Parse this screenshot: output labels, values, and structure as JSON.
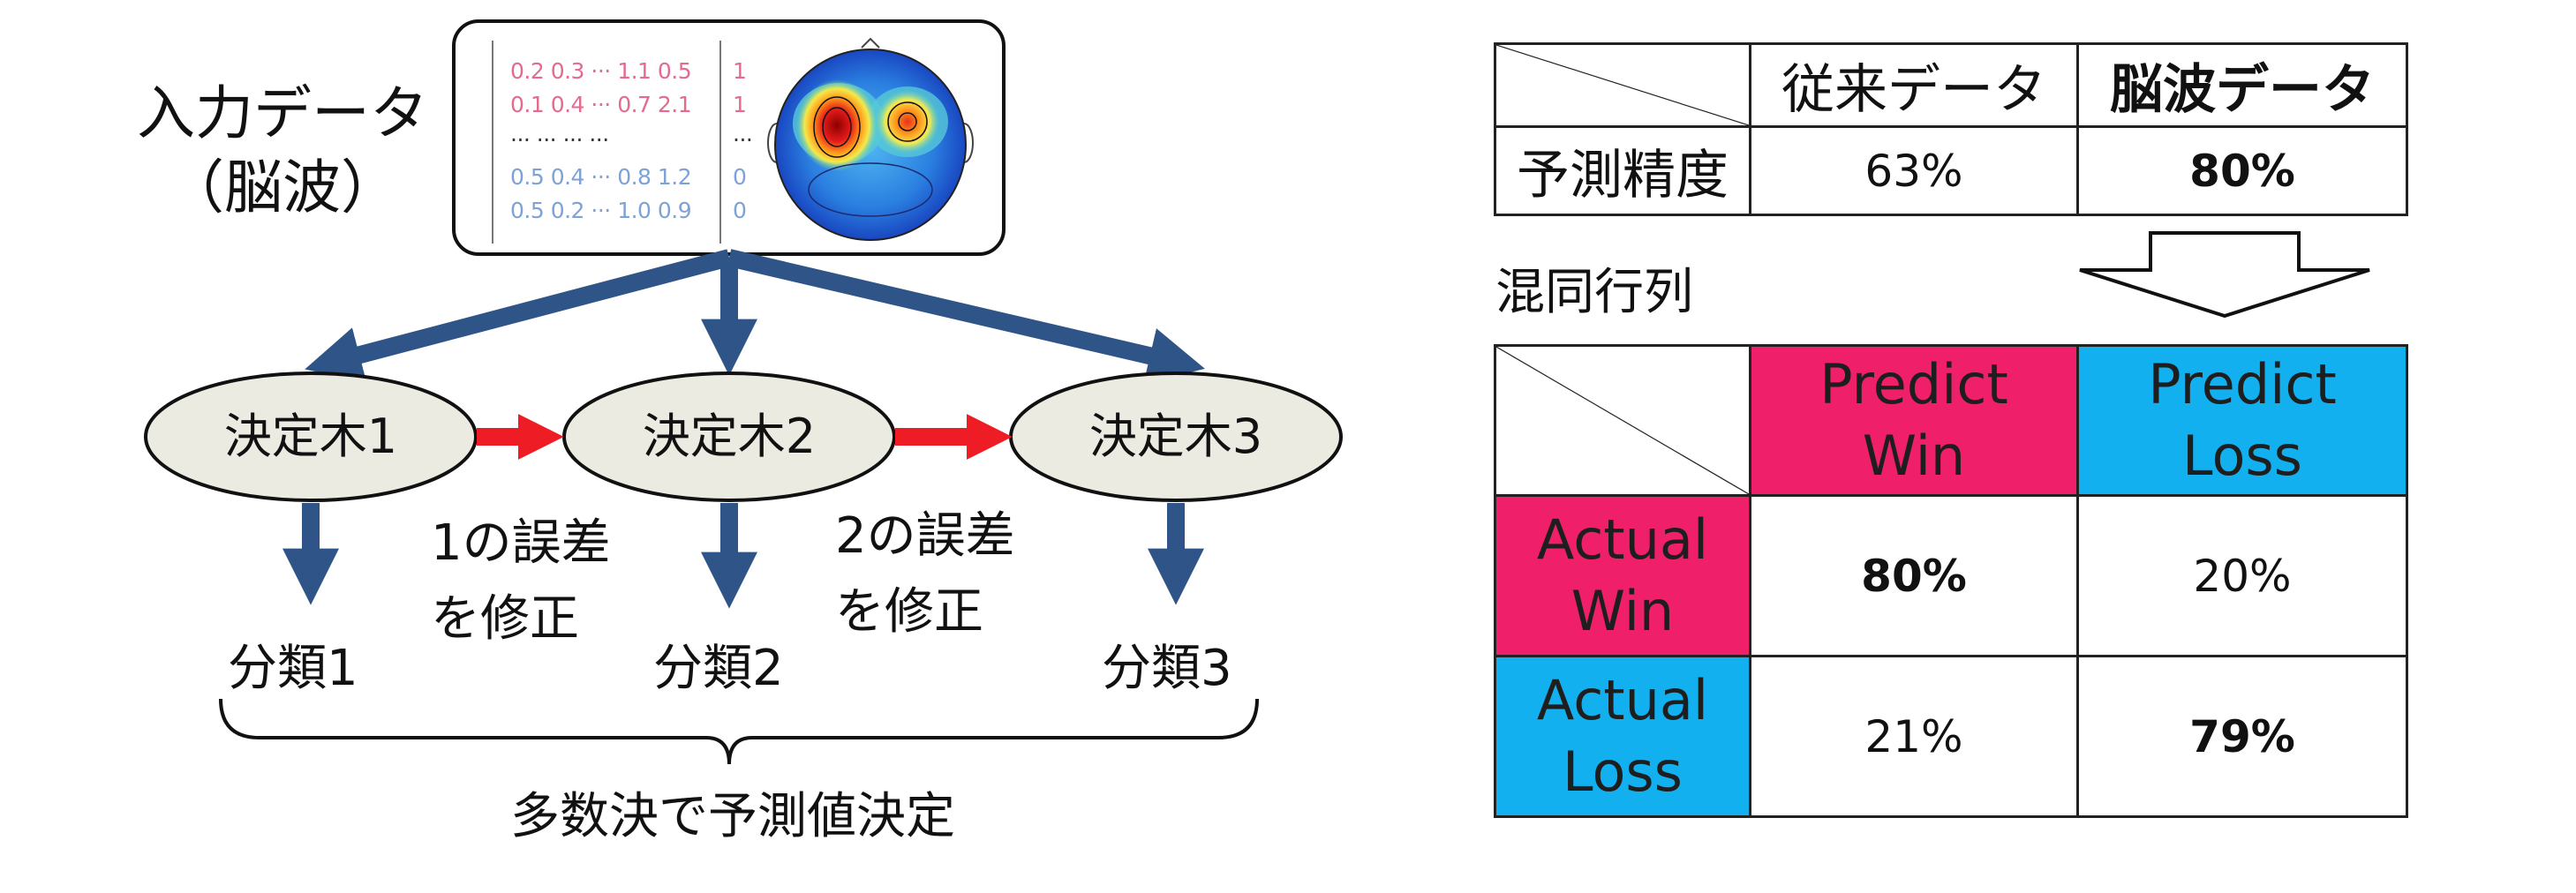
{
  "input": {
    "label_line1": "入力データ",
    "label_line2": "（脳波）",
    "rows": [
      {
        "values": "0.2 0.3 ··· 1.1 0.5",
        "label": "1"
      },
      {
        "values": "0.1 0.4 ··· 0.7 2.1",
        "label": "1"
      },
      {
        "values": "··· ···         ··· ···",
        "label": "···"
      },
      {
        "values": "0.5 0.4 ··· 0.8 1.2",
        "label": "0"
      },
      {
        "values": "0.5 0.2 ··· 1.0 0.9",
        "label": "0"
      }
    ]
  },
  "trees": [
    {
      "label": "決定木1",
      "result": "分類1"
    },
    {
      "label": "決定木2",
      "result": "分類2"
    },
    {
      "label": "決定木3",
      "result": "分類3"
    }
  ],
  "corrections": [
    {
      "line1": "1の誤差",
      "line2": "を修正"
    },
    {
      "line1": "2の誤差",
      "line2": "を修正"
    }
  ],
  "majority_label": "多数決で予測値決定",
  "accuracy_table": {
    "col1": "従来データ",
    "col2": "脳波データ",
    "row_label": "予測精度",
    "val1": "63%",
    "val2": "80%"
  },
  "matrix": {
    "title": "混同行列",
    "predict_win_1": "Predict",
    "predict_win_2": "Win",
    "predict_loss_1": "Predict",
    "predict_loss_2": "Loss",
    "actual_win_1": "Actual",
    "actual_win_2": "Win",
    "actual_loss_1": "Actual",
    "actual_loss_2": "Loss",
    "win_win": "80%",
    "win_loss": "20%",
    "loss_win": "21%",
    "loss_loss": "79%"
  },
  "colors": {
    "arrow_blue": "#2f5487",
    "arrow_red": "#ee1c25",
    "node_fill": "#ecebe2",
    "pink": "#ef1f6a",
    "cyan": "#12b0ef"
  }
}
